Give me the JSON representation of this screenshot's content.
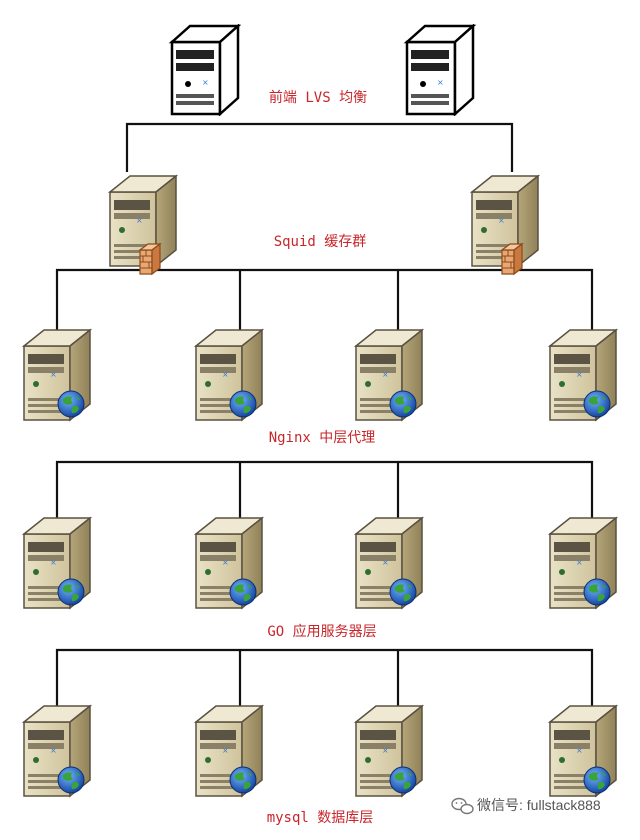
{
  "colors": {
    "label": "#c8262a",
    "line": "#111111",
    "watermark": "#555555"
  },
  "tiers": [
    {
      "label": "前端 LVS 均衡",
      "count": 2,
      "icon": "black-tower-server"
    },
    {
      "label": "Squid 缓存群",
      "count": 2,
      "icon": "cache-server-firewall"
    },
    {
      "label": "Nginx 中层代理",
      "count": 4,
      "icon": "web-server-globe"
    },
    {
      "label": "GO 应用服务器层",
      "count": 4,
      "icon": "web-server-globe"
    },
    {
      "label": "mysql 数据库层",
      "count": 4,
      "icon": "web-server-globe"
    }
  ],
  "watermark": {
    "icon": "wechat-icon",
    "text": "微信号: fullstack888"
  }
}
